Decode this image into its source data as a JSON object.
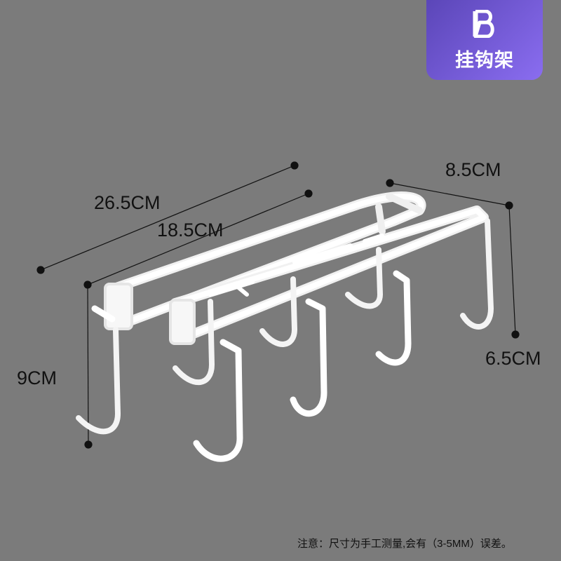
{
  "badge": {
    "logo_icon": "b-logo-icon",
    "title": "挂钩架",
    "gradient": [
      "#5b46b8",
      "#8a6df0"
    ]
  },
  "dimensions": {
    "overall_length": "26.5CM",
    "inner_length": "18.5CM",
    "width": "8.5CM",
    "front_height": "9CM",
    "back_height": "6.5CM"
  },
  "note": "注意：尺寸为手工测量,会有（3-5MM）误差。",
  "colors": {
    "background": "#7b7b7b",
    "product": "#ffffff",
    "dimension_line": "#111111"
  }
}
